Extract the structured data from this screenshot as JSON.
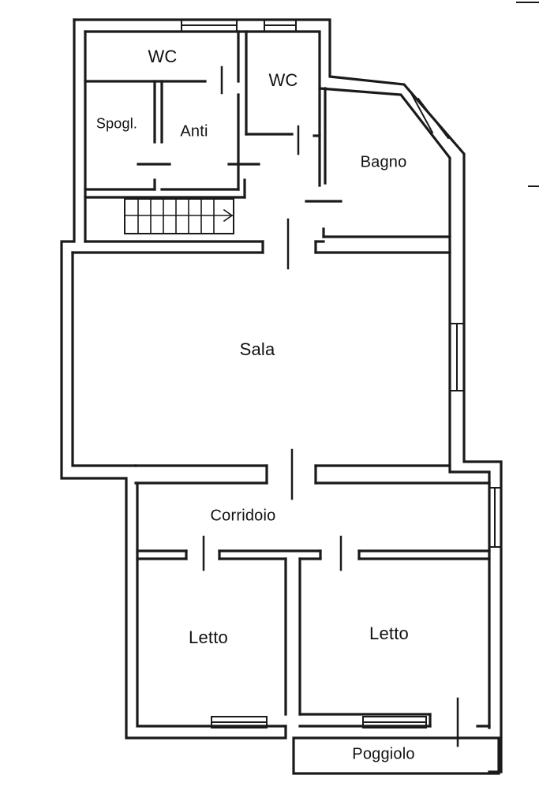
{
  "rooms": {
    "wc_1": "WC",
    "wc_2": "WC",
    "spogl": "Spogl.",
    "anti": "Anti",
    "bagno": "Bagno",
    "sala": "Sala",
    "corridoio": "Corridoio",
    "letto_1": "Letto",
    "letto_2": "Letto",
    "poggiolo": "Poggiolo"
  },
  "colors": {
    "wall": "#1a1a1a",
    "background": "#ffffff"
  }
}
